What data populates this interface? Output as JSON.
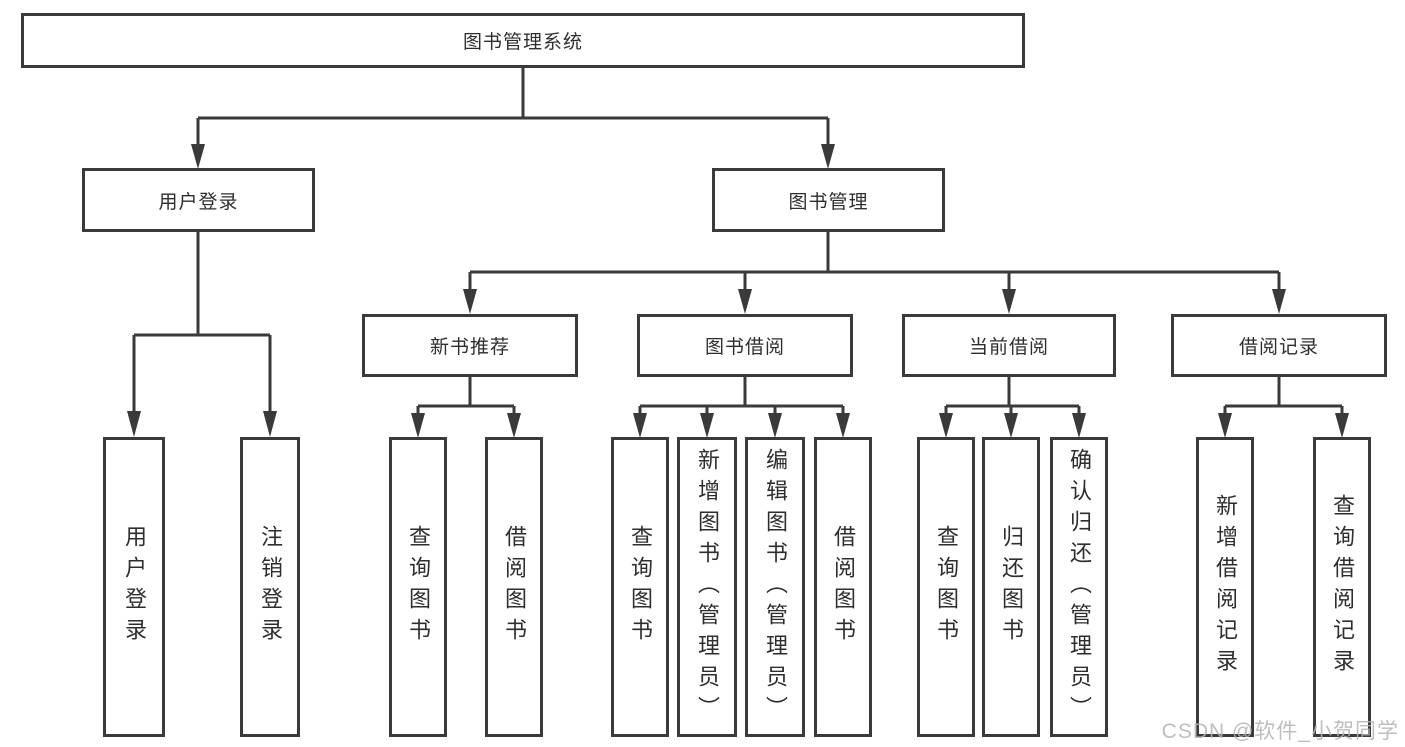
{
  "colors": {
    "line": "#3a3a3a",
    "text": "#2e2e2e",
    "watermark": "#b3b3b3",
    "background": "#ffffff"
  },
  "nodes": {
    "root": {
      "label": "图书管理系统"
    },
    "user_login": {
      "label": "用户登录",
      "children": [
        {
          "label": "用户登录"
        },
        {
          "label": "注销登录"
        }
      ]
    },
    "book_management": {
      "label": "图书管理"
    },
    "new_book_recommend": {
      "label": "新书推荐",
      "children": [
        {
          "label": "查询图书"
        },
        {
          "label": "借阅图书"
        }
      ]
    },
    "book_borrow": {
      "label": "图书借阅",
      "children": [
        {
          "label": "查询图书"
        },
        {
          "label": "新增图书（管理员）"
        },
        {
          "label": "编辑图书（管理员）"
        },
        {
          "label": "借阅图书"
        }
      ]
    },
    "current_borrow": {
      "label": "当前借阅",
      "children": [
        {
          "label": "查询图书"
        },
        {
          "label": "归还图书"
        },
        {
          "label": "确认归还（管理员）"
        }
      ]
    },
    "borrow_records": {
      "label": "借阅记录",
      "children": [
        {
          "label": "新增借阅记录"
        },
        {
          "label": "查询借阅记录"
        }
      ]
    }
  },
  "watermark": {
    "text": "CSDN @软件_小贺同学"
  }
}
